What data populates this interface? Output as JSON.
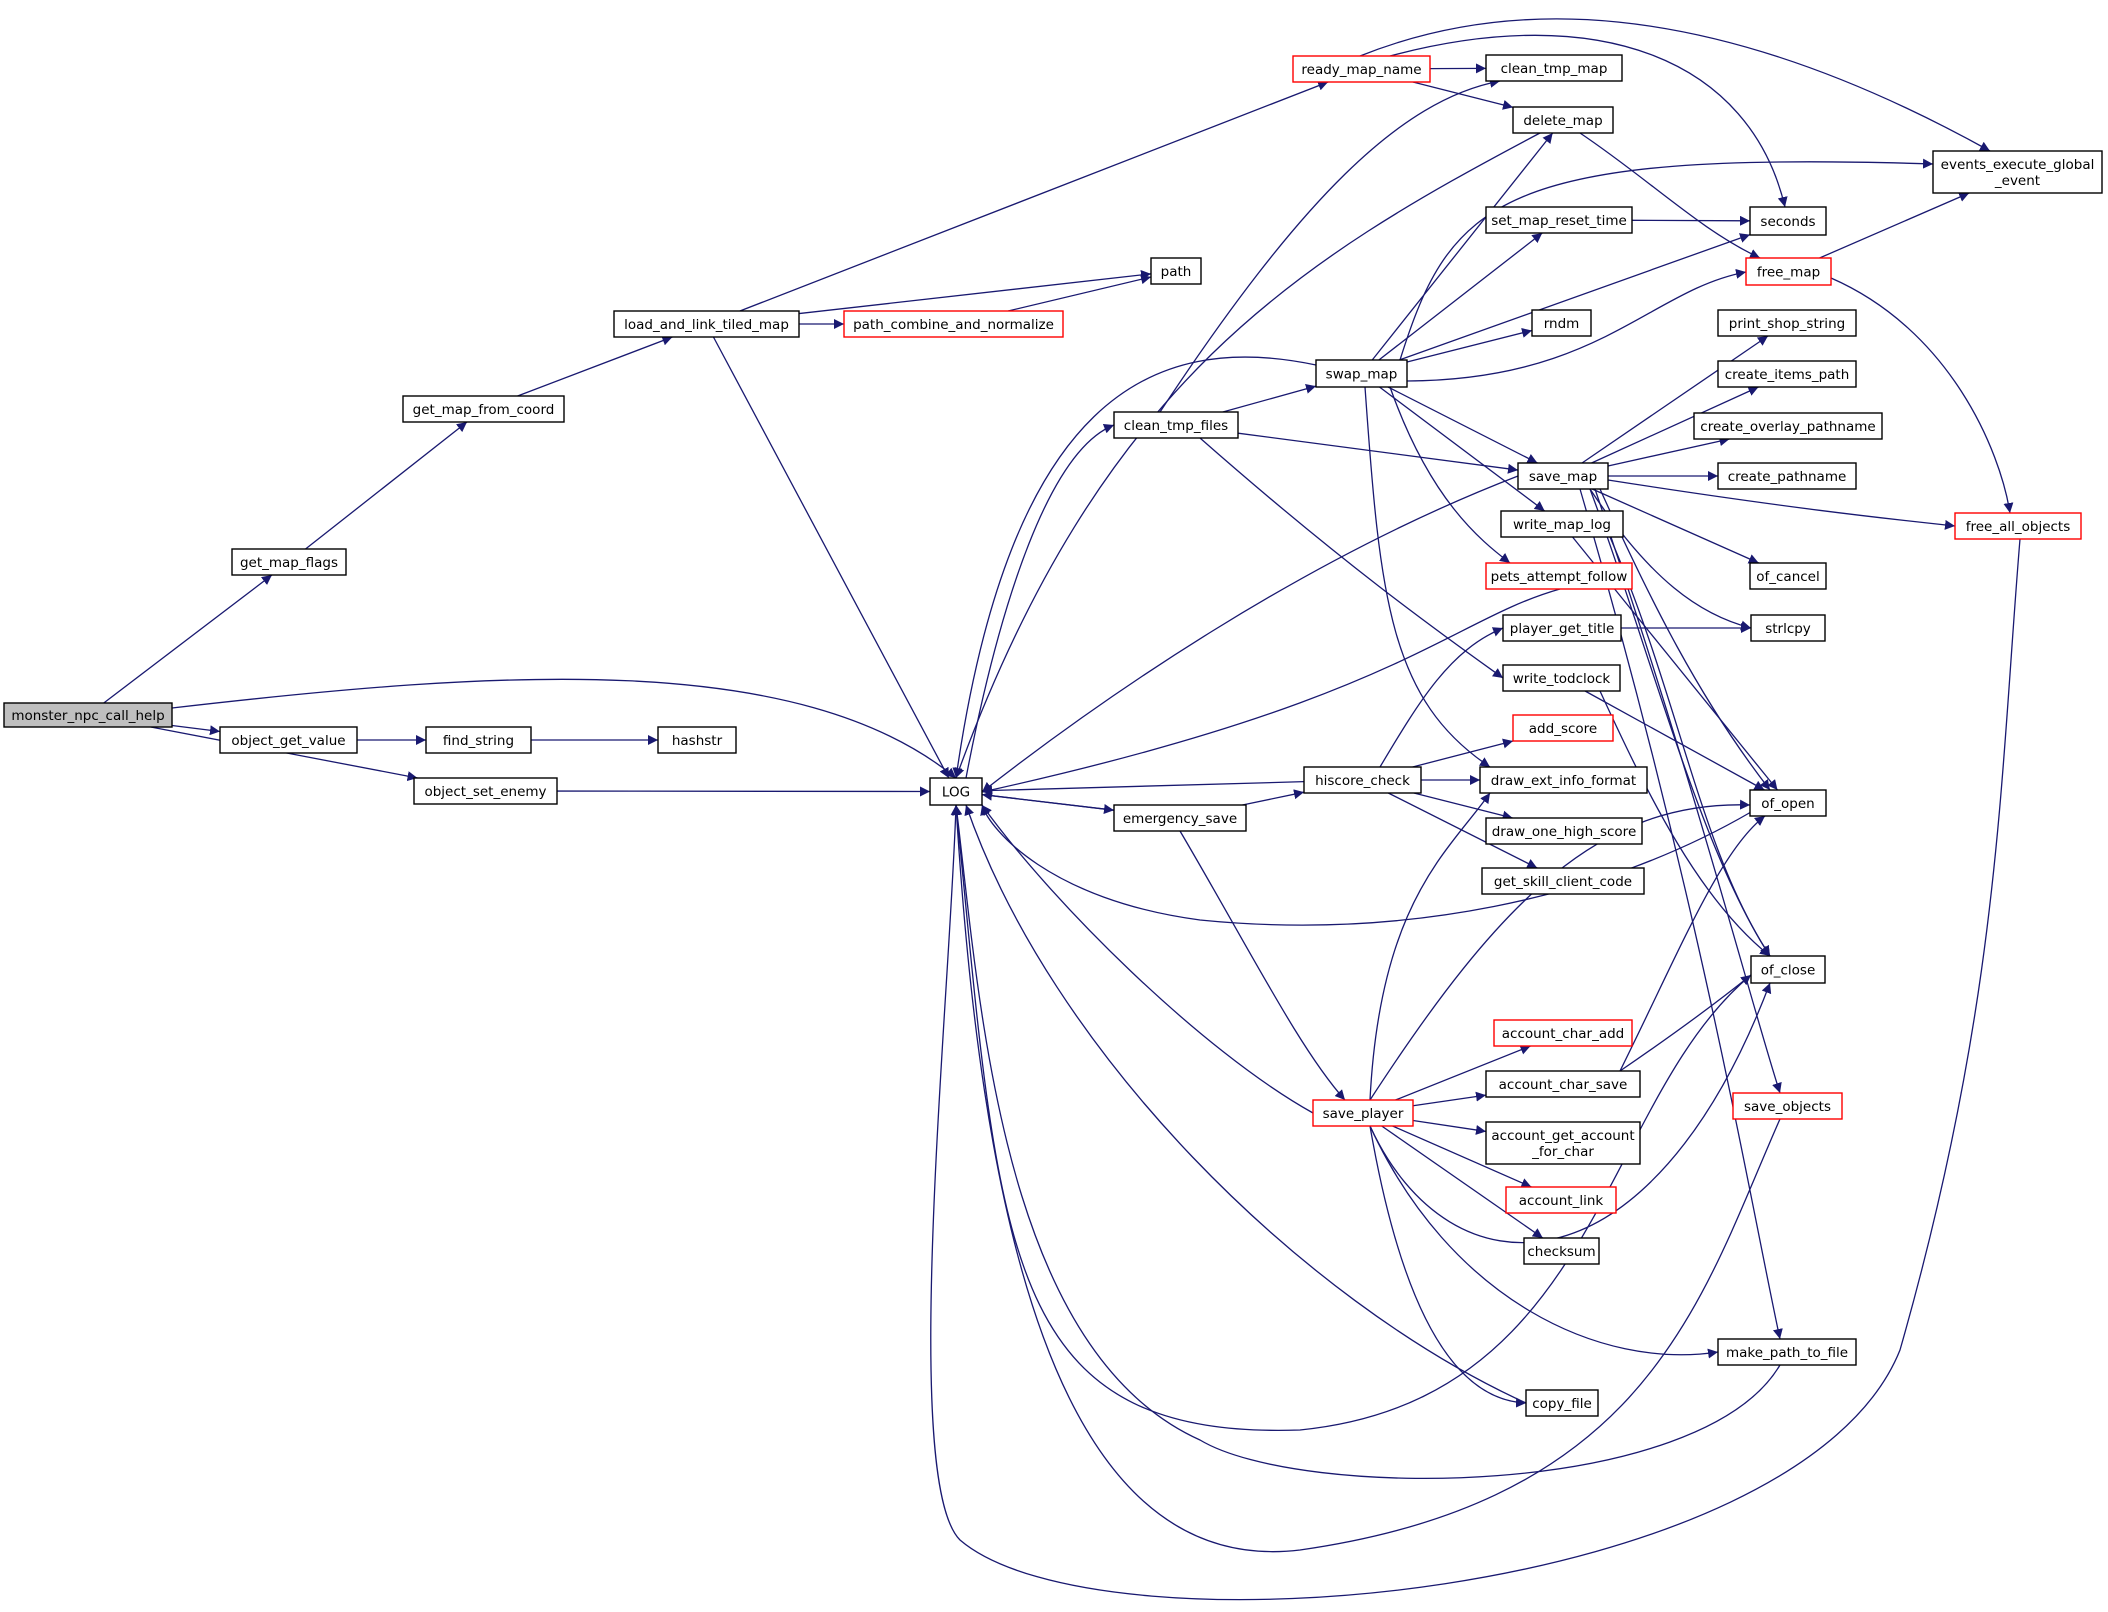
{
  "diagram": {
    "type": "call-graph",
    "colors": {
      "edge": "#191970",
      "node_border": "#000000",
      "node_border_truncated": "#ff0000",
      "root_fill": "#bfbfbf",
      "node_fill": "#ffffff"
    },
    "nodes": [
      {
        "id": "monster_npc_call_help",
        "lines": [
          "monster_npc_call_help"
        ],
        "root": true
      },
      {
        "id": "get_map_flags",
        "lines": [
          "get_map_flags"
        ]
      },
      {
        "id": "get_map_from_coord",
        "lines": [
          "get_map_from_coord"
        ]
      },
      {
        "id": "load_and_link_tiled_map",
        "lines": [
          "load_and_link_tiled_map"
        ]
      },
      {
        "id": "path_combine_and_normalize",
        "lines": [
          "path_combine_and_normalize"
        ],
        "truncated": true
      },
      {
        "id": "path",
        "lines": [
          "path"
        ]
      },
      {
        "id": "ready_map_name",
        "lines": [
          "ready_map_name"
        ],
        "truncated": true
      },
      {
        "id": "clean_tmp_map",
        "lines": [
          "clean_tmp_map"
        ]
      },
      {
        "id": "delete_map",
        "lines": [
          "delete_map"
        ]
      },
      {
        "id": "events_execute_global_event",
        "lines": [
          "events_execute_global",
          "_event"
        ]
      },
      {
        "id": "seconds",
        "lines": [
          "seconds"
        ]
      },
      {
        "id": "set_map_reset_time",
        "lines": [
          "set_map_reset_time"
        ]
      },
      {
        "id": "free_map",
        "lines": [
          "free_map"
        ],
        "truncated": true
      },
      {
        "id": "rndm",
        "lines": [
          "rndm"
        ]
      },
      {
        "id": "swap_map",
        "lines": [
          "swap_map"
        ]
      },
      {
        "id": "print_shop_string",
        "lines": [
          "print_shop_string"
        ]
      },
      {
        "id": "create_items_path",
        "lines": [
          "create_items_path"
        ]
      },
      {
        "id": "clean_tmp_files",
        "lines": [
          "clean_tmp_files"
        ]
      },
      {
        "id": "create_overlay_pathname",
        "lines": [
          "create_overlay_pathname"
        ]
      },
      {
        "id": "save_map",
        "lines": [
          "save_map"
        ]
      },
      {
        "id": "create_pathname",
        "lines": [
          "create_pathname"
        ]
      },
      {
        "id": "write_map_log",
        "lines": [
          "write_map_log"
        ]
      },
      {
        "id": "free_all_objects",
        "lines": [
          "free_all_objects"
        ],
        "truncated": true
      },
      {
        "id": "of_cancel",
        "lines": [
          "of_cancel"
        ]
      },
      {
        "id": "pets_attempt_follow",
        "lines": [
          "pets_attempt_follow"
        ],
        "truncated": true
      },
      {
        "id": "player_get_title",
        "lines": [
          "player_get_title"
        ]
      },
      {
        "id": "strlcpy",
        "lines": [
          "strlcpy"
        ]
      },
      {
        "id": "write_todclock",
        "lines": [
          "write_todclock"
        ]
      },
      {
        "id": "object_get_value",
        "lines": [
          "object_get_value"
        ]
      },
      {
        "id": "find_string",
        "lines": [
          "find_string"
        ]
      },
      {
        "id": "hashstr",
        "lines": [
          "hashstr"
        ]
      },
      {
        "id": "add_score",
        "lines": [
          "add_score"
        ],
        "truncated": true
      },
      {
        "id": "LOG",
        "lines": [
          "LOG"
        ]
      },
      {
        "id": "object_set_enemy",
        "lines": [
          "object_set_enemy"
        ]
      },
      {
        "id": "hiscore_check",
        "lines": [
          "hiscore_check"
        ]
      },
      {
        "id": "draw_ext_info_format",
        "lines": [
          "draw_ext_info_format"
        ]
      },
      {
        "id": "emergency_save",
        "lines": [
          "emergency_save"
        ]
      },
      {
        "id": "of_open",
        "lines": [
          "of_open"
        ]
      },
      {
        "id": "draw_one_high_score",
        "lines": [
          "draw_one_high_score"
        ]
      },
      {
        "id": "get_skill_client_code",
        "lines": [
          "get_skill_client_code"
        ]
      },
      {
        "id": "of_close",
        "lines": [
          "of_close"
        ]
      },
      {
        "id": "account_char_add",
        "lines": [
          "account_char_add"
        ],
        "truncated": true
      },
      {
        "id": "account_char_save",
        "lines": [
          "account_char_save"
        ]
      },
      {
        "id": "save_player",
        "lines": [
          "save_player"
        ],
        "truncated": true
      },
      {
        "id": "save_objects",
        "lines": [
          "save_objects"
        ],
        "truncated": true
      },
      {
        "id": "account_get_account_for_char",
        "lines": [
          "account_get_account",
          "_for_char"
        ]
      },
      {
        "id": "account_link",
        "lines": [
          "account_link"
        ],
        "truncated": true
      },
      {
        "id": "checksum",
        "lines": [
          "checksum"
        ]
      },
      {
        "id": "make_path_to_file",
        "lines": [
          "make_path_to_file"
        ]
      },
      {
        "id": "copy_file",
        "lines": [
          "copy_file"
        ]
      }
    ],
    "edges": [
      [
        "monster_npc_call_help",
        "get_map_flags"
      ],
      [
        "monster_npc_call_help",
        "LOG"
      ],
      [
        "monster_npc_call_help",
        "object_get_value"
      ],
      [
        "monster_npc_call_help",
        "object_set_enemy"
      ],
      [
        "get_map_flags",
        "get_map_from_coord"
      ],
      [
        "get_map_from_coord",
        "load_and_link_tiled_map"
      ],
      [
        "load_and_link_tiled_map",
        "ready_map_name"
      ],
      [
        "load_and_link_tiled_map",
        "path"
      ],
      [
        "load_and_link_tiled_map",
        "path_combine_and_normalize"
      ],
      [
        "load_and_link_tiled_map",
        "LOG"
      ],
      [
        "path_combine_and_normalize",
        "path"
      ],
      [
        "ready_map_name",
        "clean_tmp_map"
      ],
      [
        "ready_map_name",
        "delete_map"
      ],
      [
        "ready_map_name",
        "events_execute_global_event"
      ],
      [
        "ready_map_name",
        "seconds"
      ],
      [
        "delete_map",
        "LOG"
      ],
      [
        "delete_map",
        "free_map"
      ],
      [
        "free_map",
        "events_execute_global_event"
      ],
      [
        "free_map",
        "free_all_objects"
      ],
      [
        "set_map_reset_time",
        "seconds"
      ],
      [
        "swap_map",
        "LOG"
      ],
      [
        "swap_map",
        "delete_map"
      ],
      [
        "swap_map",
        "events_execute_global_event"
      ],
      [
        "swap_map",
        "set_map_reset_time"
      ],
      [
        "swap_map",
        "seconds"
      ],
      [
        "swap_map",
        "rndm"
      ],
      [
        "swap_map",
        "free_map"
      ],
      [
        "swap_map",
        "save_map"
      ],
      [
        "swap_map",
        "write_map_log"
      ],
      [
        "swap_map",
        "pets_attempt_follow"
      ],
      [
        "swap_map",
        "draw_ext_info_format"
      ],
      [
        "clean_tmp_files",
        "clean_tmp_map"
      ],
      [
        "clean_tmp_files",
        "swap_map"
      ],
      [
        "clean_tmp_files",
        "save_map"
      ],
      [
        "clean_tmp_files",
        "write_todclock"
      ],
      [
        "save_map",
        "LOG"
      ],
      [
        "save_map",
        "print_shop_string"
      ],
      [
        "save_map",
        "create_items_path"
      ],
      [
        "save_map",
        "create_overlay_pathname"
      ],
      [
        "save_map",
        "create_pathname"
      ],
      [
        "save_map",
        "free_all_objects"
      ],
      [
        "save_map",
        "of_cancel"
      ],
      [
        "save_map",
        "strlcpy"
      ],
      [
        "save_map",
        "of_open"
      ],
      [
        "save_map",
        "of_close"
      ],
      [
        "save_map",
        "save_objects"
      ],
      [
        "save_map",
        "make_path_to_file"
      ],
      [
        "write_map_log",
        "of_open"
      ],
      [
        "write_map_log",
        "of_close"
      ],
      [
        "pets_attempt_follow",
        "LOG"
      ],
      [
        "player_get_title",
        "strlcpy"
      ],
      [
        "write_todclock",
        "of_open"
      ],
      [
        "write_todclock",
        "of_close"
      ],
      [
        "object_get_value",
        "find_string"
      ],
      [
        "find_string",
        "hashstr"
      ],
      [
        "object_set_enemy",
        "LOG"
      ],
      [
        "LOG",
        "clean_tmp_files"
      ],
      [
        "LOG",
        "emergency_save"
      ],
      [
        "emergency_save",
        "LOG"
      ],
      [
        "emergency_save",
        "hiscore_check"
      ],
      [
        "emergency_save",
        "save_player"
      ],
      [
        "hiscore_check",
        "LOG"
      ],
      [
        "hiscore_check",
        "player_get_title"
      ],
      [
        "hiscore_check",
        "add_score"
      ],
      [
        "hiscore_check",
        "draw_ext_info_format"
      ],
      [
        "hiscore_check",
        "draw_one_high_score"
      ],
      [
        "hiscore_check",
        "get_skill_client_code"
      ],
      [
        "of_open",
        "LOG"
      ],
      [
        "of_close",
        "LOG"
      ],
      [
        "save_objects",
        "LOG"
      ],
      [
        "free_all_objects",
        "LOG"
      ],
      [
        "make_path_to_file",
        "LOG"
      ],
      [
        "copy_file",
        "LOG"
      ],
      [
        "account_char_save",
        "of_open"
      ],
      [
        "account_char_save",
        "of_close"
      ],
      [
        "save_player",
        "LOG"
      ],
      [
        "save_player",
        "draw_ext_info_format"
      ],
      [
        "save_player",
        "of_open"
      ],
      [
        "save_player",
        "account_char_add"
      ],
      [
        "save_player",
        "account_char_save"
      ],
      [
        "save_player",
        "account_get_account_for_char"
      ],
      [
        "save_player",
        "account_link"
      ],
      [
        "save_player",
        "checksum"
      ],
      [
        "save_player",
        "make_path_to_file"
      ],
      [
        "save_player",
        "copy_file"
      ],
      [
        "save_player",
        "of_close"
      ]
    ]
  }
}
